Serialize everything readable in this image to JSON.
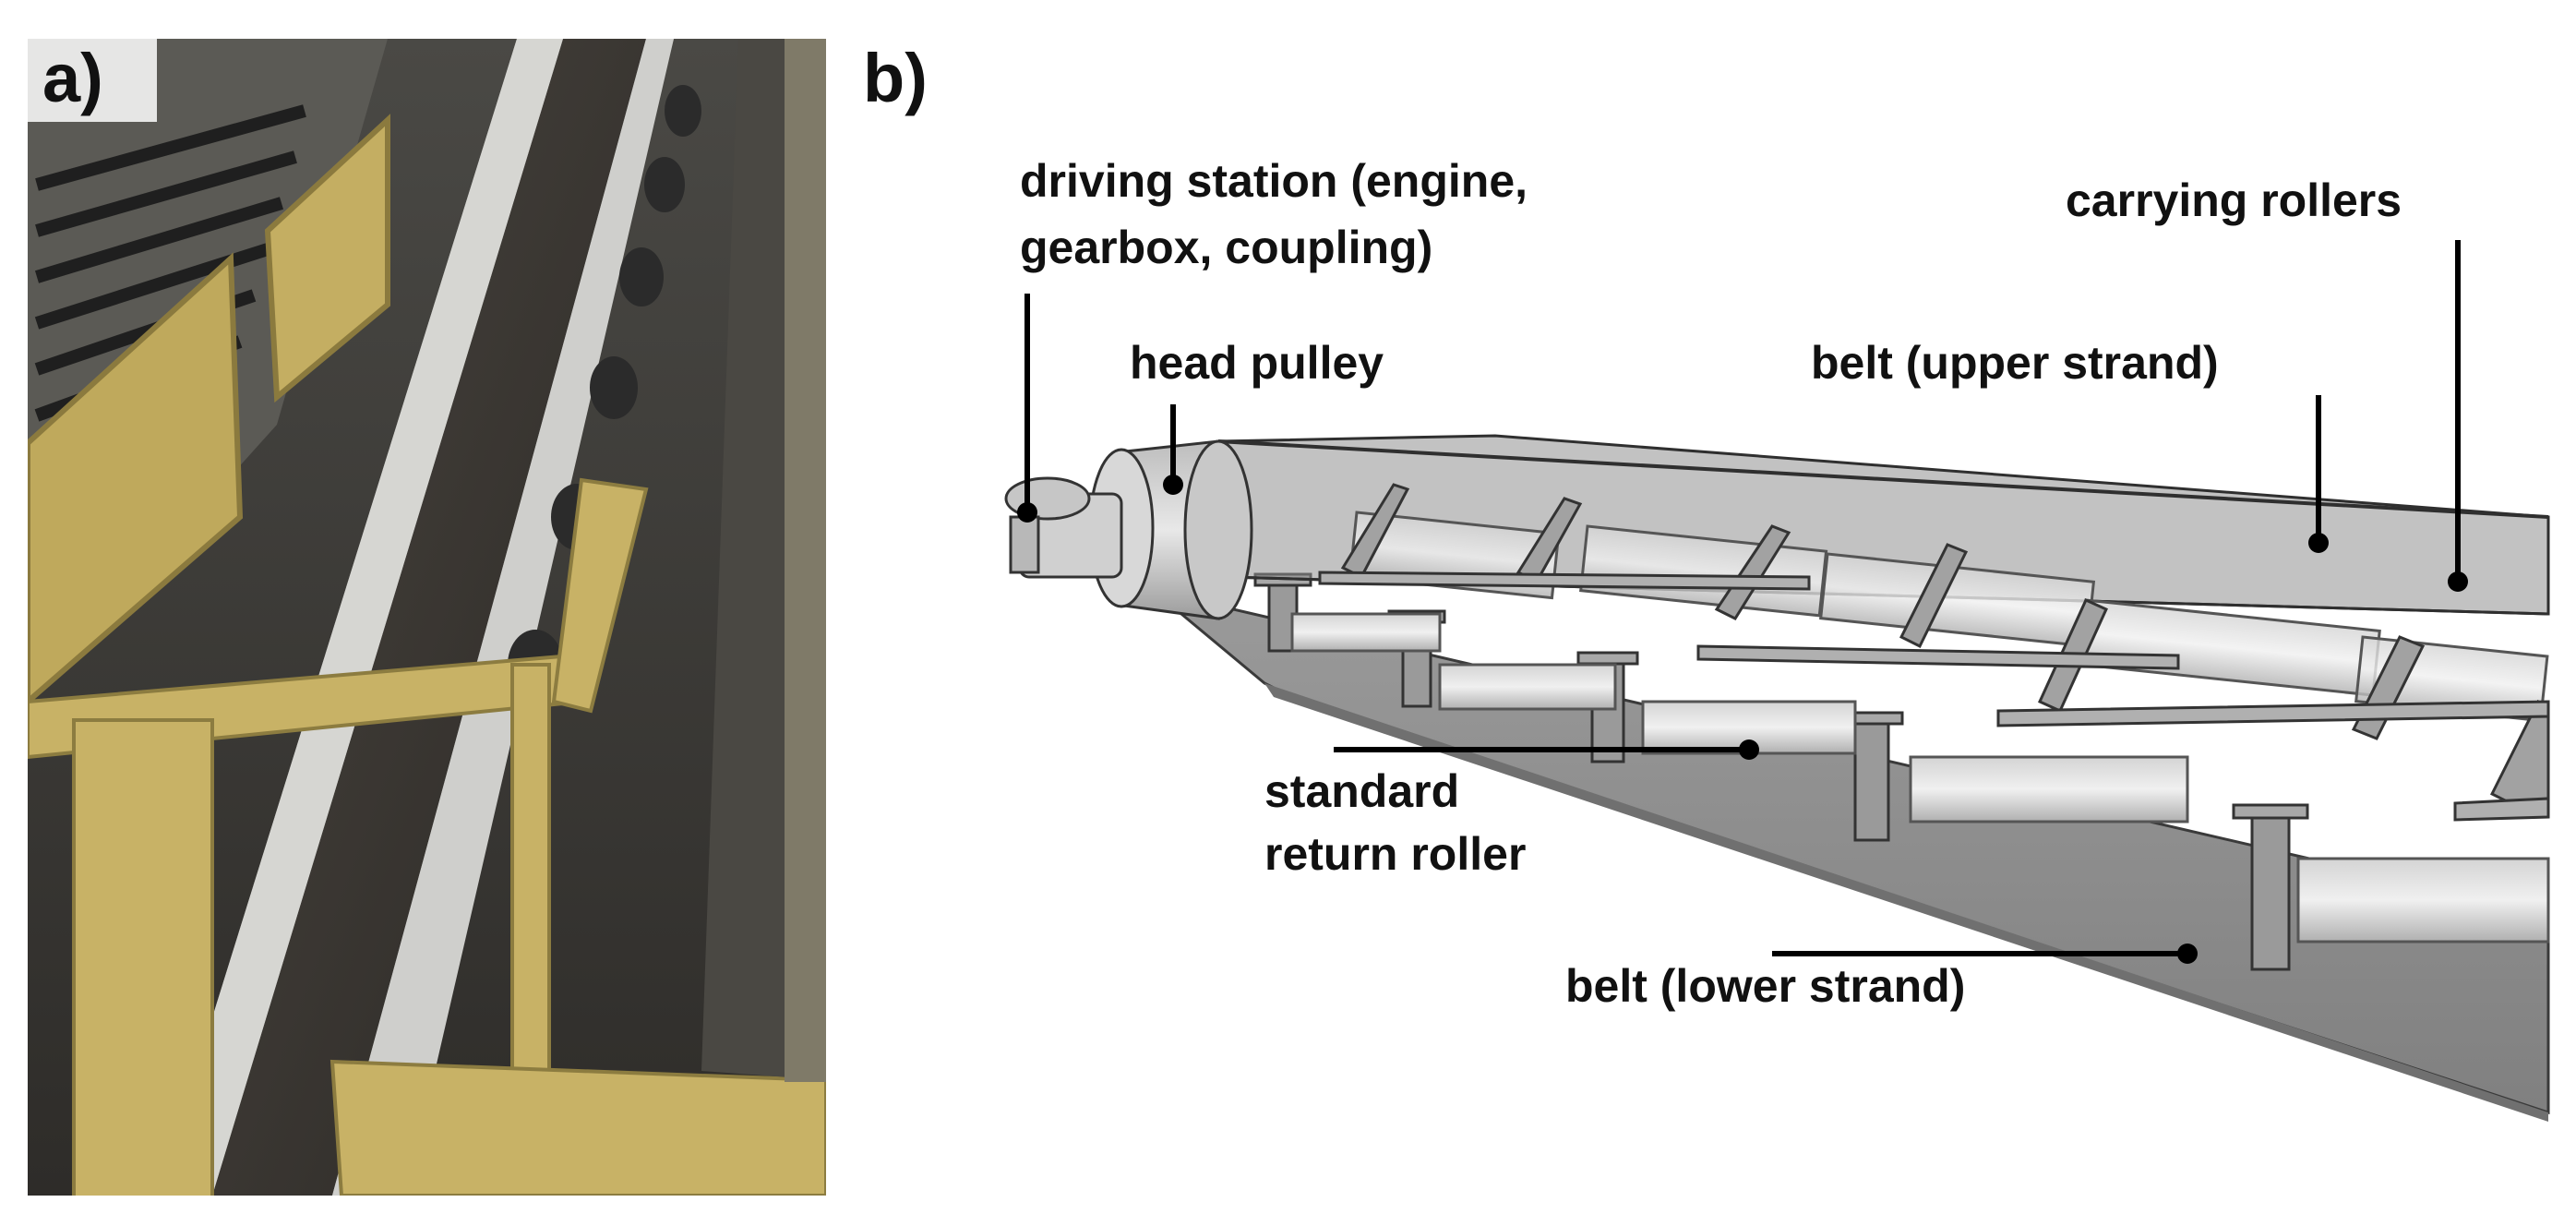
{
  "panels": {
    "a": {
      "label": "a)"
    },
    "b": {
      "label": "b)"
    }
  },
  "callouts": {
    "driving_station_line1": "driving station (engine,",
    "driving_station_line2": "gearbox, coupling)",
    "head_pulley": "head pulley",
    "carrying_rollers": "carrying rollers",
    "belt_upper": "belt (upper strand)",
    "return_roller_line1": "standard",
    "return_roller_line2": "return roller",
    "belt_lower": "belt (lower strand)"
  },
  "colors": {
    "belt_gray": "#8f8f8f",
    "frame_yellow": "#c7b060",
    "coal": "#3b3833",
    "roller_gray": "#b5b5b5"
  }
}
